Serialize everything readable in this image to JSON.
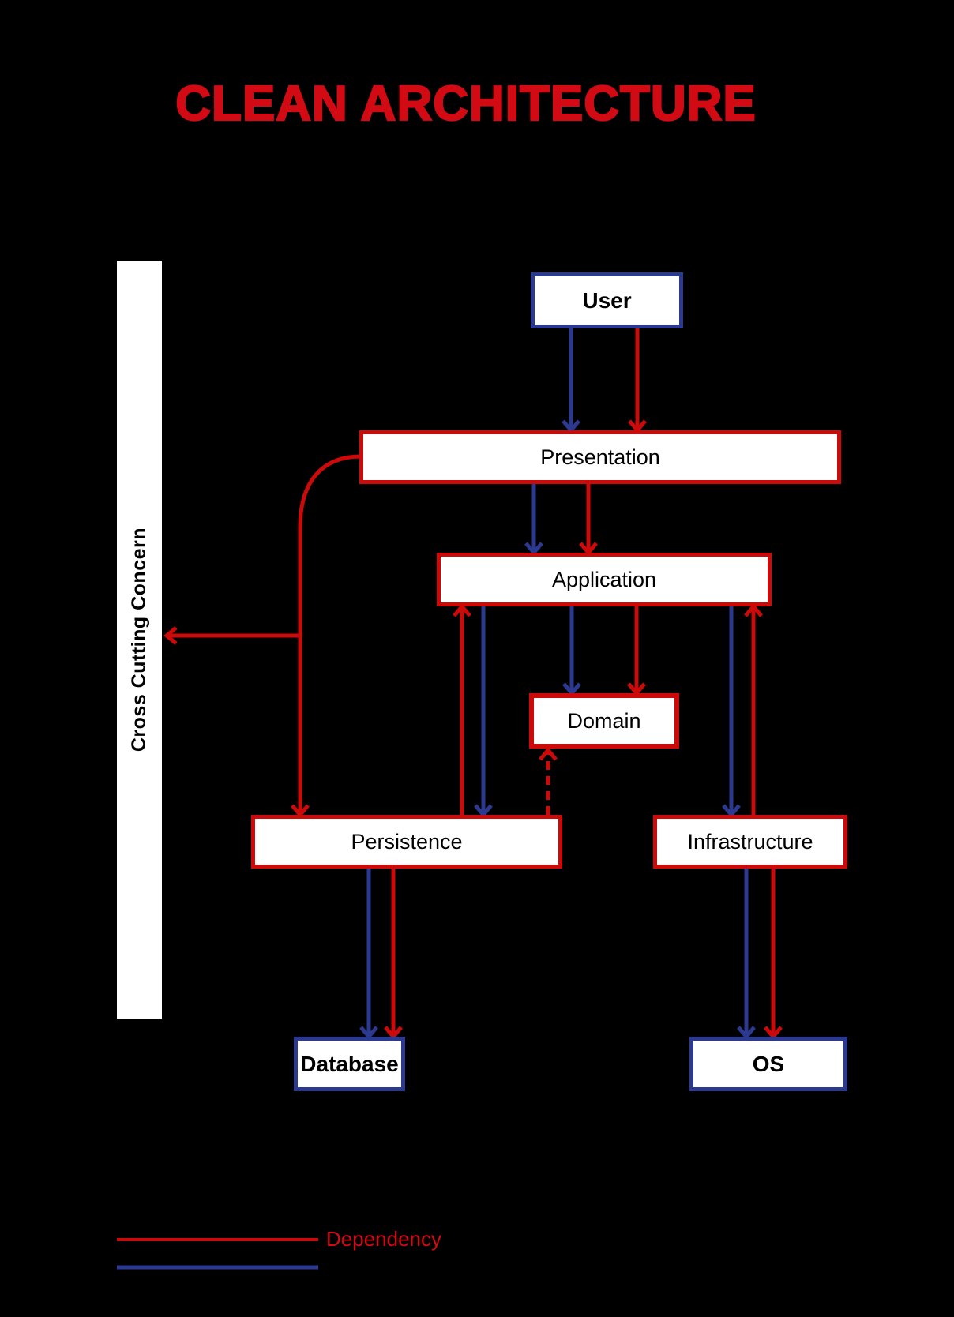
{
  "title": "CLEAN ARCHITECTURE",
  "cross_cutting": {
    "label": "Cross Cutting Concern"
  },
  "nodes": {
    "user": {
      "label": "User"
    },
    "presentation": {
      "label": "Presentation"
    },
    "application": {
      "label": "Application"
    },
    "domain": {
      "label": "Domain"
    },
    "persistence": {
      "label": "Persistence"
    },
    "infrastructure": {
      "label": "Infrastructure"
    },
    "database": {
      "label": "Database"
    },
    "os": {
      "label": "OS"
    }
  },
  "legend": {
    "dependency_label": "Dependency",
    "lines": [
      {
        "color": "#cd0a0a",
        "style": "solid",
        "label": "Dependency"
      },
      {
        "color": "#2b3990",
        "style": "solid",
        "label": ""
      }
    ]
  },
  "colors": {
    "background": "#000000",
    "red": "#cd0a0a",
    "title_red": "#d20a14",
    "blue": "#2b3990",
    "box_background": "#ffffff",
    "box_text": "#000000"
  },
  "edges": [
    {
      "from": "user",
      "to": "presentation",
      "color": "blue",
      "style": "solid"
    },
    {
      "from": "user",
      "to": "presentation",
      "color": "red",
      "style": "solid"
    },
    {
      "from": "presentation",
      "to": "application",
      "color": "blue",
      "style": "solid"
    },
    {
      "from": "presentation",
      "to": "application",
      "color": "red",
      "style": "solid"
    },
    {
      "from": "application",
      "to": "domain",
      "color": "blue",
      "style": "solid"
    },
    {
      "from": "application",
      "to": "domain",
      "color": "red",
      "style": "solid"
    },
    {
      "from": "application",
      "to": "persistence",
      "color": "blue",
      "style": "solid"
    },
    {
      "from": "persistence",
      "to": "application",
      "color": "red",
      "style": "solid"
    },
    {
      "from": "persistence",
      "to": "domain",
      "color": "red",
      "style": "dashed"
    },
    {
      "from": "application",
      "to": "infrastructure",
      "color": "blue",
      "style": "solid"
    },
    {
      "from": "infrastructure",
      "to": "application",
      "color": "red",
      "style": "solid"
    },
    {
      "from": "persistence",
      "to": "database",
      "color": "blue",
      "style": "solid"
    },
    {
      "from": "persistence",
      "to": "database",
      "color": "red",
      "style": "solid"
    },
    {
      "from": "infrastructure",
      "to": "os",
      "color": "blue",
      "style": "solid"
    },
    {
      "from": "infrastructure",
      "to": "os",
      "color": "red",
      "style": "solid"
    },
    {
      "from": "presentation",
      "to": "cross_cutting",
      "color": "red",
      "style": "solid"
    },
    {
      "from": "presentation",
      "to": "persistence",
      "color": "red",
      "style": "solid"
    }
  ]
}
